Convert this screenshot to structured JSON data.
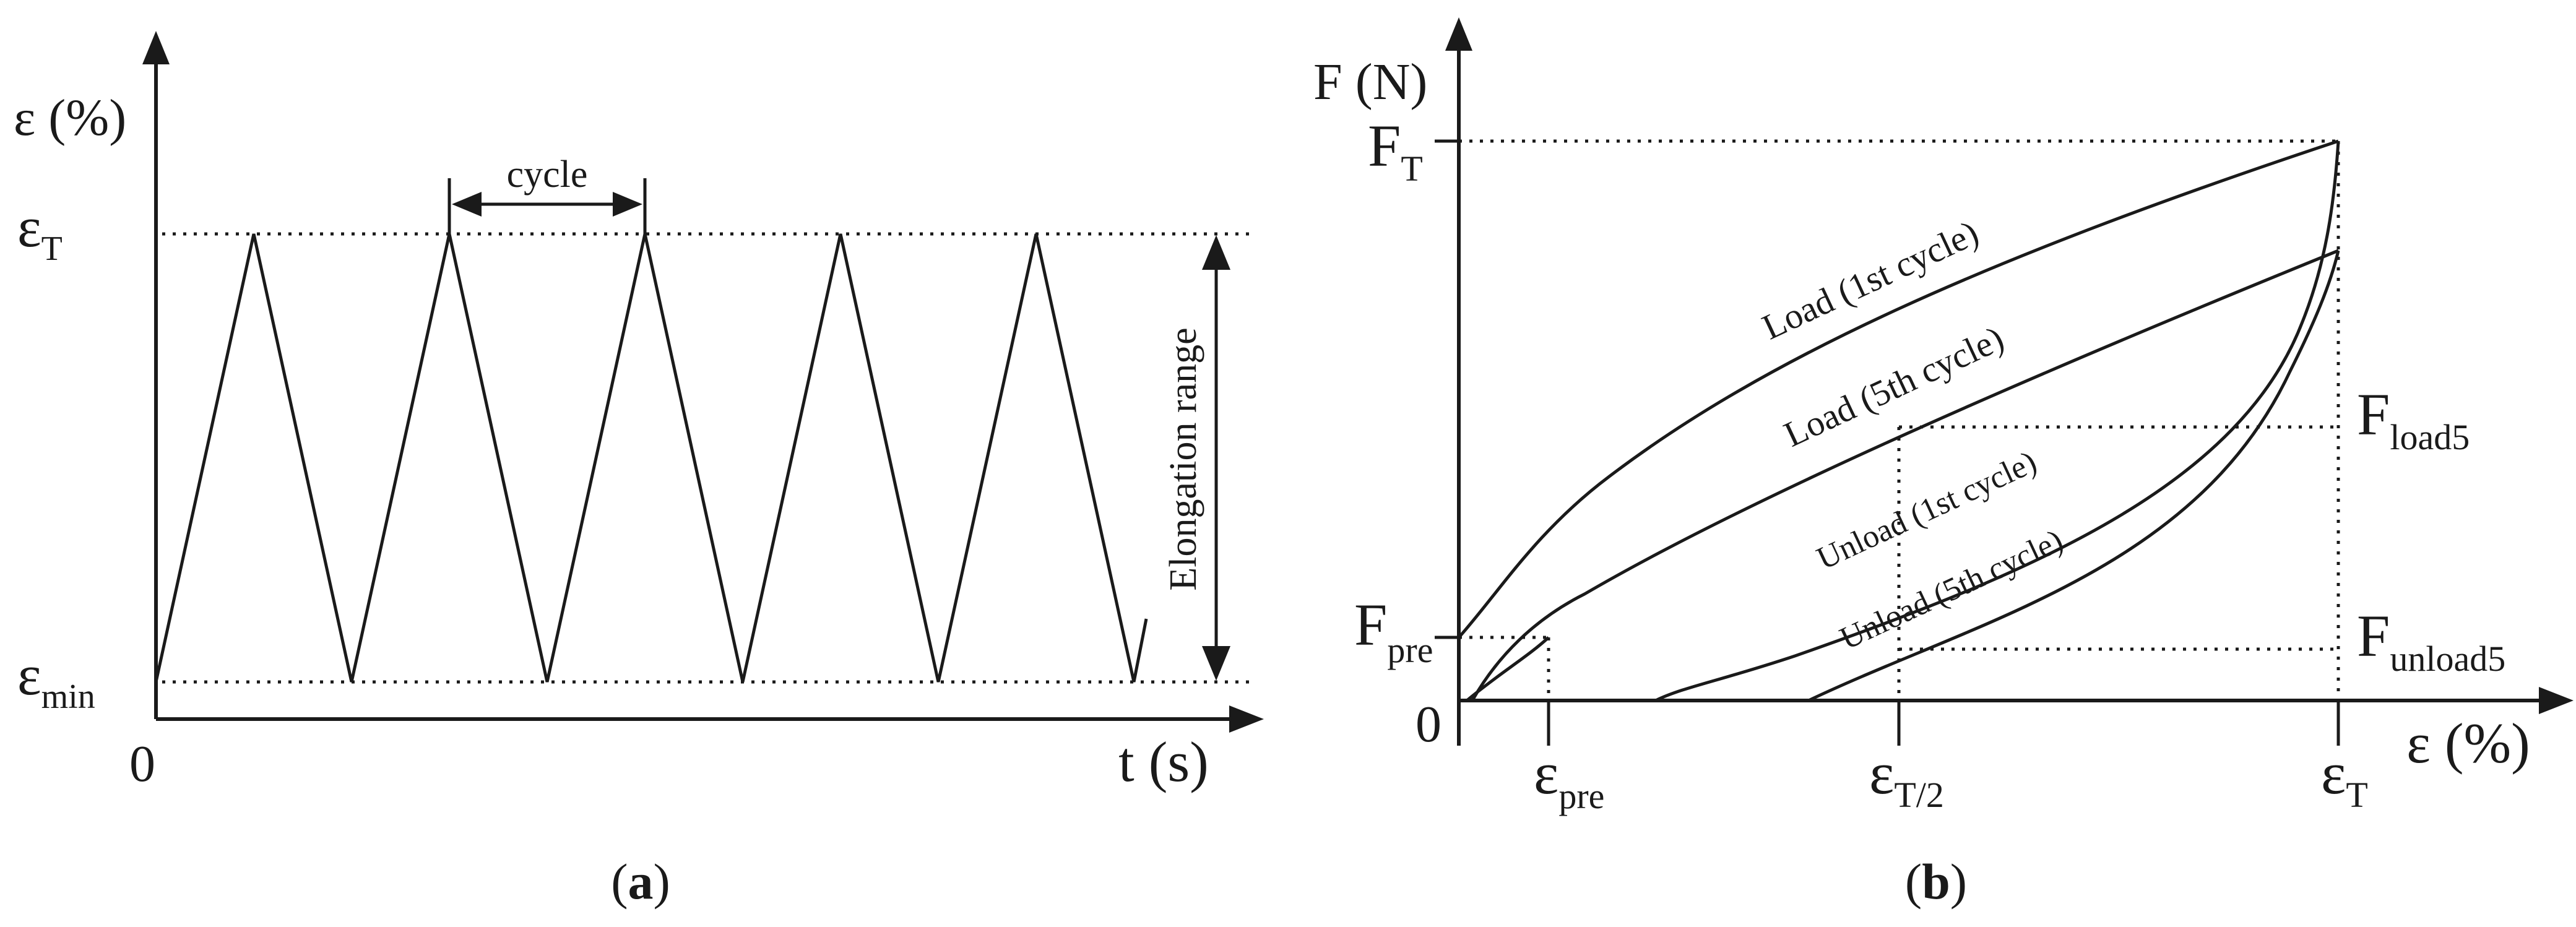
{
  "panel_a": {
    "caption_open": "(",
    "caption_letter": "a",
    "caption_close": ")",
    "y_axis_label": "ε (%)",
    "x_axis_label": "t (s)",
    "origin_label": "0",
    "eps_symbol": "ε",
    "eps_T_sub": "T",
    "eps_min_sub": "min",
    "cycle_label": "cycle",
    "range_label": "Elongation range"
  },
  "panel_b": {
    "caption_open": "(",
    "caption_letter": "b",
    "caption_close": ")",
    "y_axis_label": "F (N)",
    "x_axis_label": "ε (%)",
    "origin_label": "0",
    "F_symbol": "F",
    "eps_symbol": "ε",
    "F_T_sub": "T",
    "F_pre_sub": "pre",
    "F_load5_sub": "load5",
    "F_unload5_sub": "unload5",
    "eps_pre_sub": "pre",
    "eps_T2_sub": "T/2",
    "eps_T_sub": "T",
    "curve_labels": {
      "load_1st": "Load (1st cycle)",
      "load_5th": "Load (5th cycle)",
      "unload_1st": "Unload (1st cycle)",
      "unload_5th": "Unload (5th cycle)"
    }
  },
  "colors": {
    "ink": "#1a1a1a",
    "background": "#ffffff"
  }
}
